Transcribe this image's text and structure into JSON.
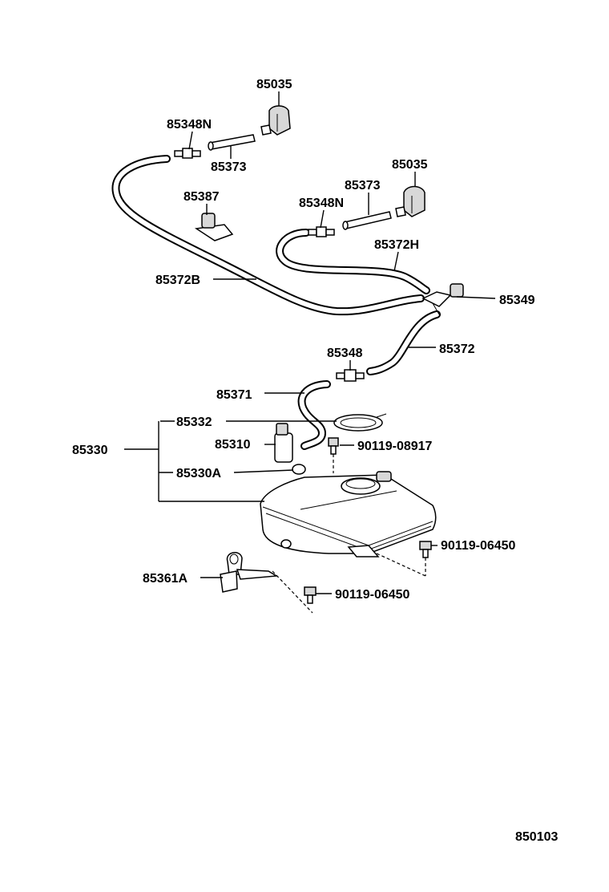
{
  "diagram": {
    "part_labels": {
      "nozzle_right": "85035",
      "nozzle_left": "85035",
      "connector_n_left": "85348N",
      "connector_n_right": "85348N",
      "hose_short_left": "85373",
      "hose_short_right": "85373",
      "clamp": "85387",
      "hose_h": "85372H",
      "hose_b": "85372B",
      "joint": "85349",
      "hose_main": "85372",
      "connector": "85348",
      "hose_pump": "85371",
      "gasket": "85332",
      "pump_motor": "85310",
      "tank_assy": "85330",
      "tank_sub": "85330A",
      "bolt_upper": "90119-08917",
      "bolt_right": "90119-06450",
      "bracket": "85361A",
      "bolt_lower": "90119-06450"
    },
    "figure_code": "850103"
  }
}
